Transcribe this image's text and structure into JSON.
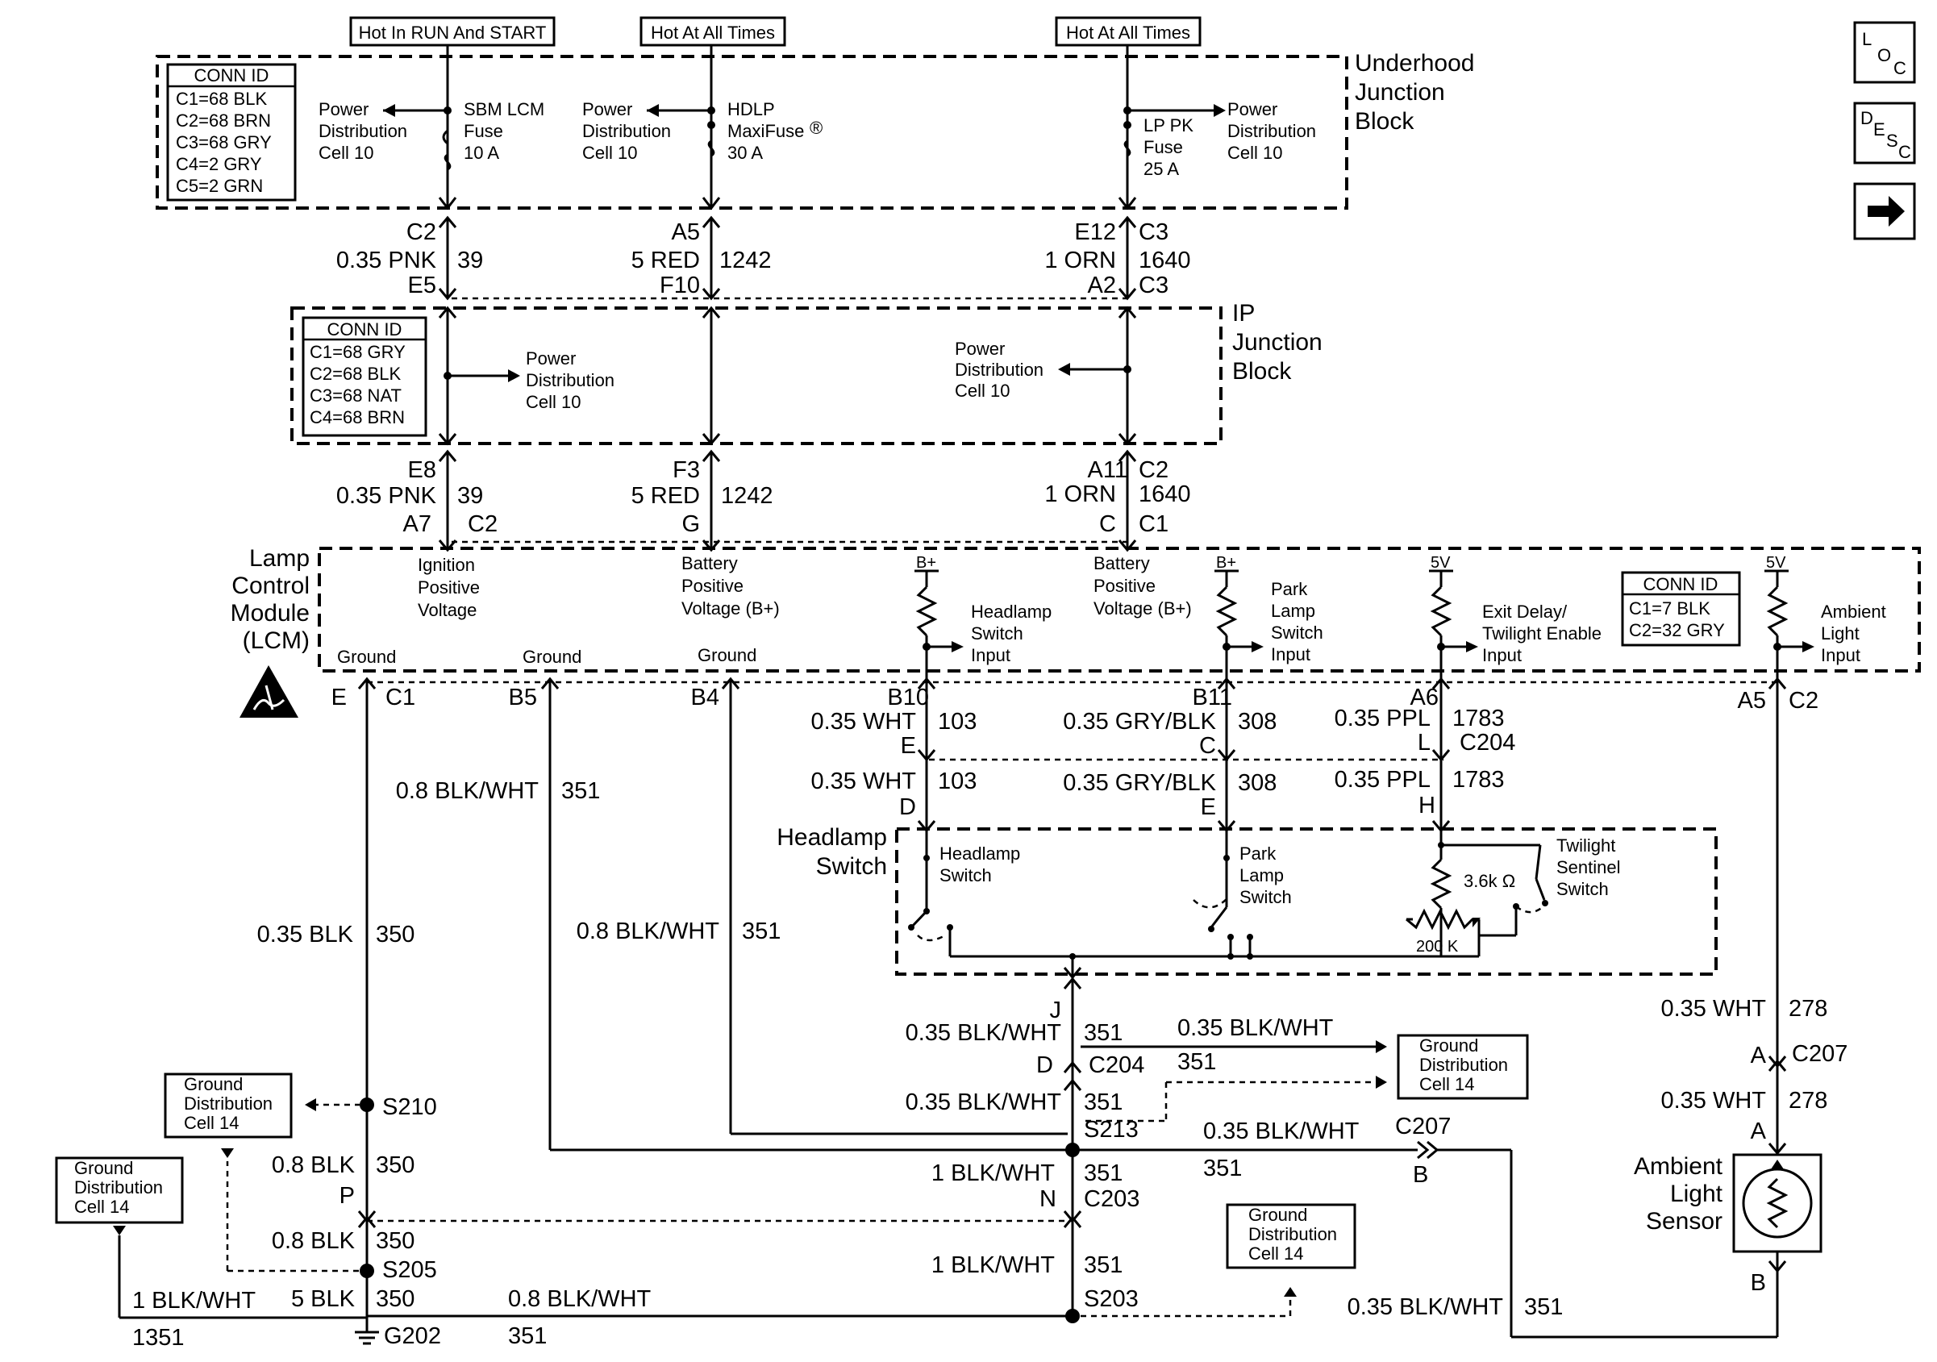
{
  "headers": {
    "run_start": "Hot In RUN And START",
    "hot_all_1": "Hot At All Times",
    "hot_all_2": "Hot At All Times"
  },
  "nav": {
    "loc": [
      "L",
      "O",
      "C"
    ],
    "desc": [
      "D",
      "E",
      "S",
      "C"
    ]
  },
  "underhood": {
    "title": [
      "Underhood",
      "Junction",
      "Block"
    ],
    "conn_id": {
      "title": "CONN ID",
      "rows": [
        "C1=68 BLK",
        "C2=68 BRN",
        "C3=68 GRY",
        "C4=2 GRY",
        "C5=2 GRN"
      ]
    },
    "pd_1": [
      "Power",
      "Distribution",
      "Cell 10"
    ],
    "pd_2": [
      "Power",
      "Distribution",
      "Cell 10"
    ],
    "pd_3": [
      "Power",
      "Distribution",
      "Cell 10"
    ],
    "fuse_1": [
      "SBM LCM",
      "Fuse",
      "10 A"
    ],
    "fuse_2": [
      "HDLP",
      "MaxiFuse",
      "30 A"
    ],
    "fuse_2_mark": "®",
    "fuse_3": [
      "LP PK",
      "Fuse",
      "25 A"
    ]
  },
  "ujb_ipjb": {
    "w39": {
      "top": "C2",
      "gauge": "0.35 PNK",
      "circuit": "39",
      "bottom": "E5"
    },
    "w1242": {
      "top": "A5",
      "gauge": "5 RED",
      "circuit": "1242",
      "bottom": "F10"
    },
    "w1640": {
      "top_left": "E12",
      "top_right": "C3",
      "gauge": "1 ORN",
      "circuit": "1640",
      "bottom_left": "A2",
      "bottom_right": "C3"
    }
  },
  "ip_jb": {
    "title": [
      "IP",
      "Junction",
      "Block"
    ],
    "conn_id": {
      "title": "CONN ID",
      "rows": [
        "C1=68 GRY",
        "C2=68 BLK",
        "C3=68 NAT",
        "C4=68 BRN"
      ]
    },
    "pd_1": [
      "Power",
      "Distribution",
      "Cell 10"
    ],
    "pd_2": [
      "Power",
      "Distribution",
      "Cell 10"
    ]
  },
  "ipjb_lcm": {
    "w39": {
      "top": "E8",
      "gauge": "0.35 PNK",
      "circuit": "39",
      "bottom_left": "A7",
      "bottom_right": "C2"
    },
    "w1242": {
      "top": "F3",
      "gauge": "5 RED",
      "circuit": "1242",
      "bottom": "G"
    },
    "w1640": {
      "top_left": "A11",
      "top_right": "C2",
      "gauge": "1 ORN",
      "circuit": "1640",
      "bottom_left": "C",
      "bottom_right": "C1"
    }
  },
  "lcm": {
    "title": [
      "Lamp",
      "Control",
      "Module",
      "(LCM)"
    ],
    "ign": [
      "Ignition",
      "Positive",
      "Voltage"
    ],
    "bat1": [
      "Battery",
      "Positive",
      "Voltage (B+)"
    ],
    "bat2": [
      "Battery",
      "Positive",
      "Voltage (B+)"
    ],
    "ground_1": "Ground",
    "ground_2": "Ground",
    "ground_3": "Ground",
    "bplus_1": "B+",
    "bplus_2": "B+",
    "v5_1": "5V",
    "v5_2": "5V",
    "hl_input": [
      "Headlamp",
      "Switch",
      "Input"
    ],
    "park_input": [
      "Park",
      "Lamp",
      "Switch",
      "Input"
    ],
    "exit_input": [
      "Exit Delay/",
      "Twilight Enable",
      "Input"
    ],
    "amb_input": [
      "Ambient",
      "Light",
      "Input"
    ],
    "conn_id": {
      "title": "CONN ID",
      "rows": [
        "C1=7 BLK",
        "C2=32 GRY"
      ]
    },
    "pins": {
      "e": "E",
      "c1": "C1",
      "b5": "B5",
      "b4": "B4",
      "b10": "B10",
      "b11": "B11",
      "a6": "A6",
      "a5": "A5",
      "c2": "C2"
    }
  },
  "lcm_wires": {
    "w103a": {
      "gauge": "0.35 WHT",
      "circuit": "103",
      "bottom": "E"
    },
    "w308a": {
      "gauge": "0.35 GRY/BLK",
      "circuit": "308",
      "bottom": "C"
    },
    "w1783a": {
      "gauge": "0.35 PPL",
      "circuit": "1783",
      "bottom": "L",
      "conn": "C204"
    },
    "w103b": {
      "gauge": "0.35 WHT",
      "circuit": "103",
      "bottom": "D"
    },
    "w308b": {
      "gauge": "0.35 GRY/BLK",
      "circuit": "308",
      "bottom": "E"
    },
    "w1783b": {
      "gauge": "0.35 PPL",
      "circuit": "1783",
      "bottom": "H"
    },
    "w351_b5": {
      "gauge": "0.8 BLK/WHT",
      "circuit": "351"
    },
    "w351_b4": {
      "gauge": "0.8 BLK/WHT",
      "circuit": "351"
    },
    "w350": {
      "gauge": "0.35 BLK",
      "circuit": "350"
    }
  },
  "hl_switch": {
    "title": [
      "Headlamp",
      "Switch"
    ],
    "hl": [
      "Headlamp",
      "Switch"
    ],
    "park": [
      "Park",
      "Lamp",
      "Switch"
    ],
    "twilight": [
      "Twilight",
      "Sentinel",
      "Switch"
    ],
    "r1": "3.6k Ω",
    "r2": "200 K"
  },
  "lower": {
    "j": "J",
    "w351_j": {
      "gauge": "0.35 BLK/WHT",
      "circuit": "351"
    },
    "d": "D",
    "c204": "C204",
    "w351_gd": {
      "gauge": "0.35 BLK/WHT",
      "circuit": "351"
    },
    "gd_1": [
      "Ground",
      "Distribution",
      "Cell 14"
    ],
    "w351_s213": {
      "gauge": "0.35 BLK/WHT",
      "circuit": "351"
    },
    "s213": "S213",
    "w351_c207": {
      "gauge": "0.35 BLK/WHT",
      "circuit": "351",
      "conn": "C207",
      "pin": "B"
    },
    "w1bw_1": {
      "gauge": "1 BLK/WHT",
      "circuit": "351"
    },
    "n": "N",
    "c203": "C203",
    "w1bw_2": {
      "gauge": "1 BLK/WHT",
      "circuit": "351"
    },
    "s203": "S203",
    "gd_2": [
      "Ground",
      "Distribution",
      "Cell 14"
    ],
    "gd_3": [
      "Ground",
      "Distribution",
      "Cell 14"
    ],
    "gd_4": [
      "Ground",
      "Distribution",
      "Cell 14"
    ],
    "s210": "S210",
    "w350_08a": {
      "gauge": "0.8 BLK",
      "circuit": "350"
    },
    "p": "P",
    "w350_08b": {
      "gauge": "0.8 BLK",
      "circuit": "350"
    },
    "s205": "S205",
    "w1351": {
      "gauge": "1 BLK/WHT",
      "circuit": "1351"
    },
    "w5blk": {
      "gauge": "5 BLK",
      "circuit": "350"
    },
    "w351_bottom": {
      "gauge": "0.8 BLK/WHT",
      "circuit": "351"
    },
    "g202": "G202"
  },
  "ambient": {
    "w278a": {
      "gauge": "0.35 WHT",
      "circuit": "278"
    },
    "a1": "A",
    "c207": "C207",
    "w278b": {
      "gauge": "0.35 WHT",
      "circuit": "278"
    },
    "a2": "A",
    "sensor": [
      "Ambient",
      "Light",
      "Sensor"
    ],
    "b": "B",
    "w351": {
      "gauge": "0.35 BLK/WHT",
      "circuit": "351"
    }
  }
}
